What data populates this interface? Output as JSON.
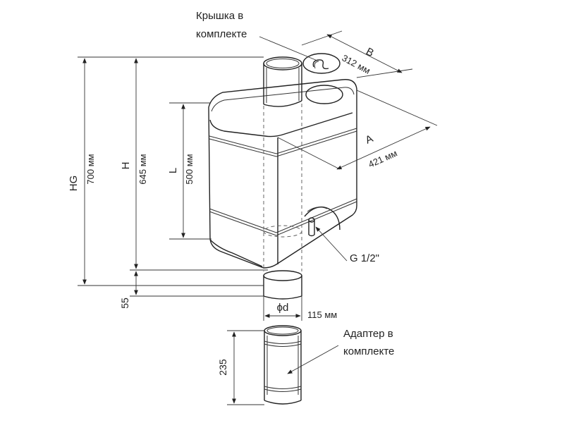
{
  "callouts": {
    "lid_line1": "Крышка в",
    "lid_line2": "комплекте",
    "adapter_line1": "Адаптер в",
    "adapter_line2": "комплекте",
    "thread": "G 1/2\""
  },
  "dimensions": {
    "b_letter": "B",
    "b_value": "312 мм",
    "a_letter": "A",
    "a_value": "421 мм",
    "hg_letter": "HG",
    "hg_value": "700 мм",
    "h_letter": "H",
    "h_value": "645 мм",
    "l_letter": "L",
    "l_value": "500 мм",
    "bottom_pipe": "55",
    "diameter_symbol": "ϕd",
    "diameter_value": "115 мм",
    "adapter_length": "235"
  }
}
